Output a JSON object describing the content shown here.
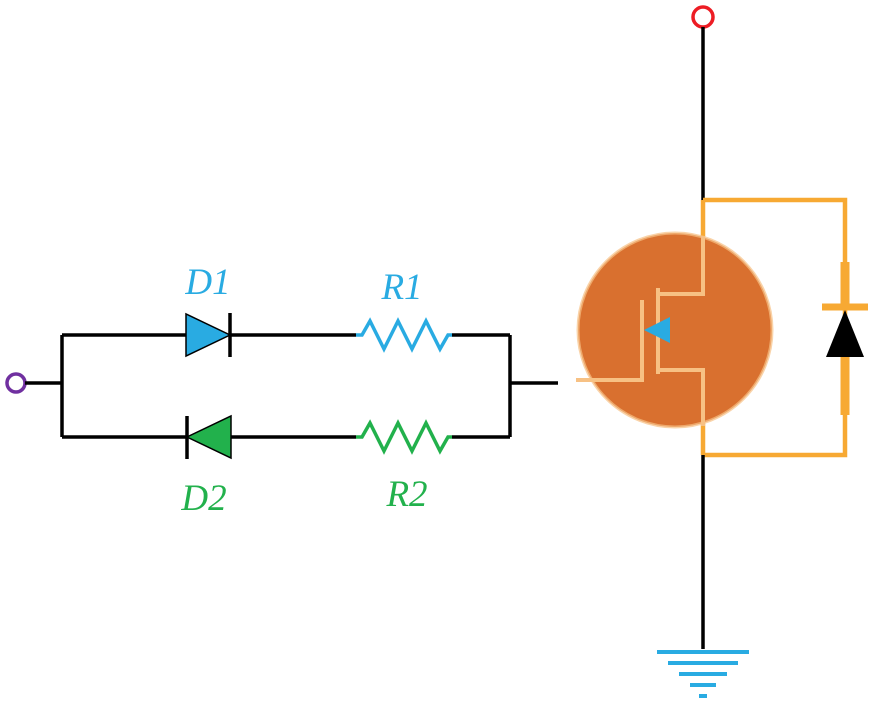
{
  "labels": {
    "d1": "D1",
    "r1": "R1",
    "d2": "D2",
    "r2": "R2"
  },
  "colors": {
    "wire": "#000000",
    "cyan": "#29abe2",
    "green": "#22b14c",
    "purple": "#7030a0",
    "red": "#ed1c24",
    "amber": "#f7a933",
    "mosfet_fill": "#d9702f",
    "mosfet_symbol": "#f7c184",
    "ground": "#29abe2"
  }
}
